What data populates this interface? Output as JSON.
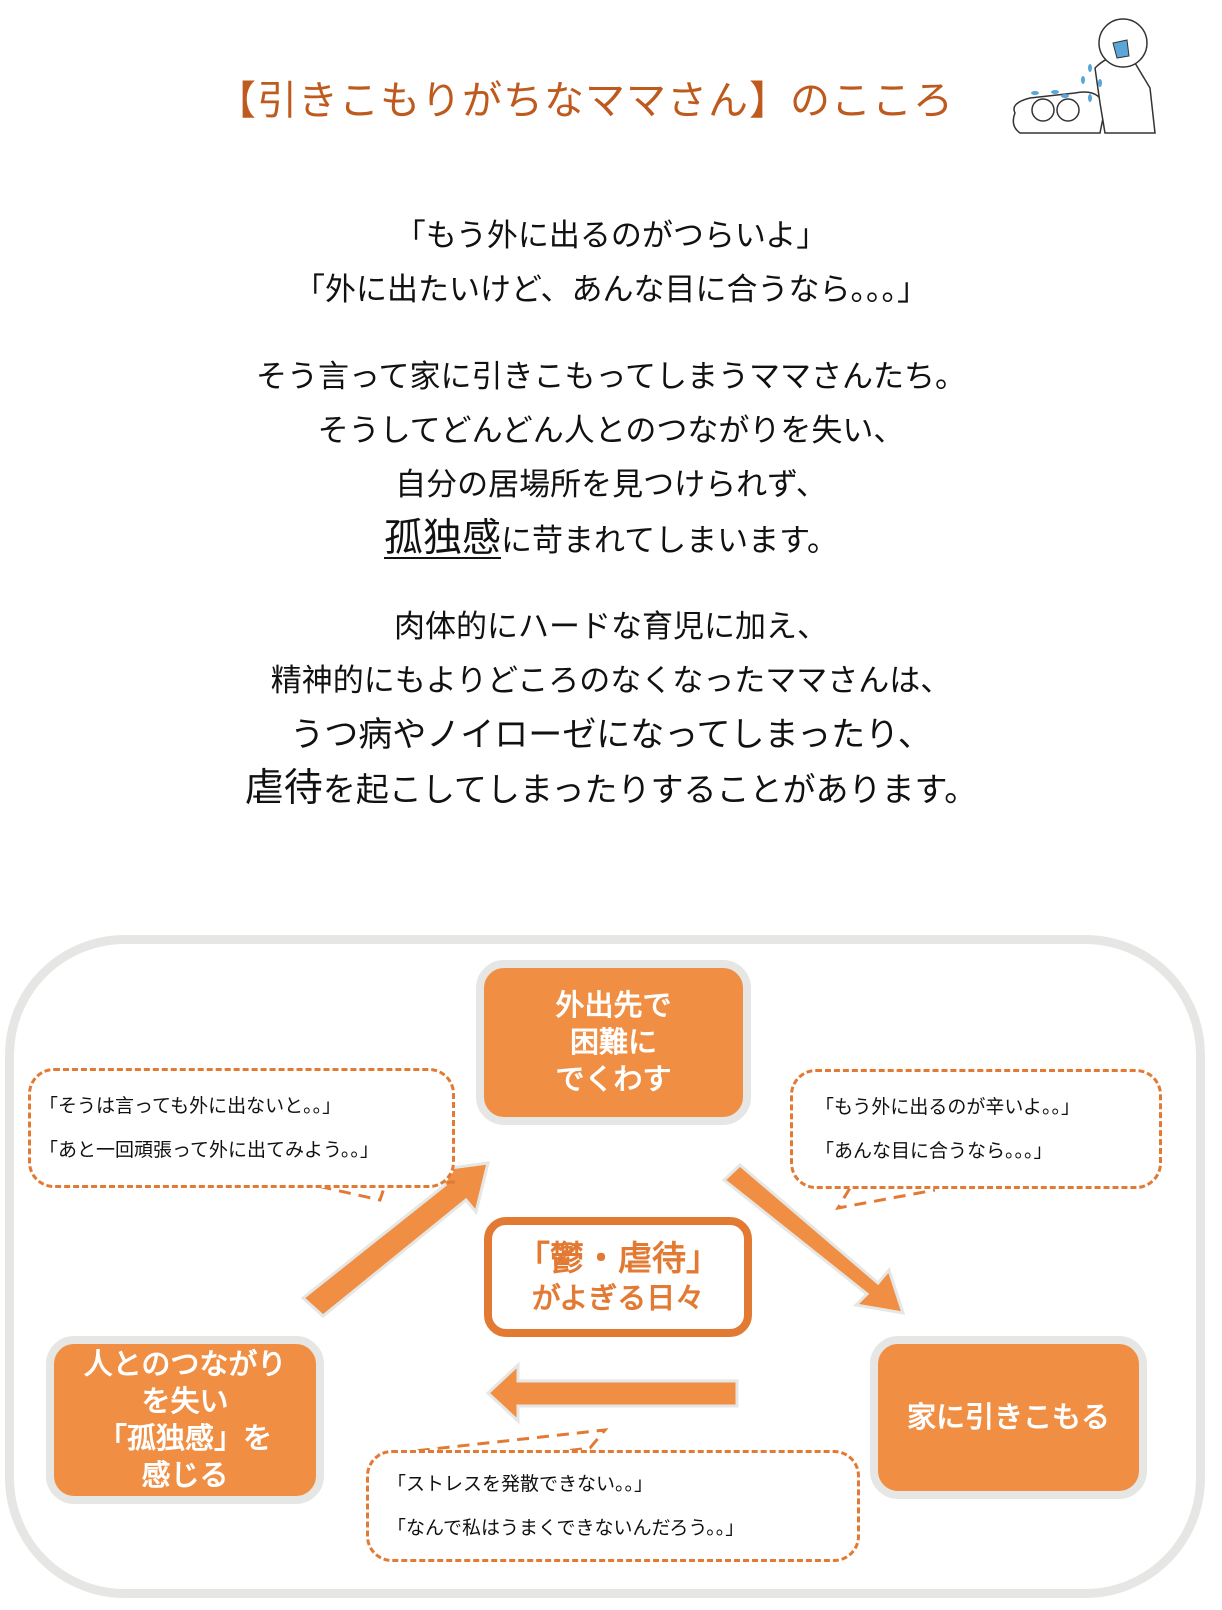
{
  "header": {
    "title": "【引きこもりがちなママさん】のこころ",
    "illustration": "crying-mother-with-twin-babies-illustration"
  },
  "quotes": {
    "line1": "「もう外に出るのがつらいよ」",
    "line2": "「外に出たいけど、あんな目に合うなら。。。」"
  },
  "paragraph2": {
    "line1": "そう言って家に引きこもってしまうママさんたち。",
    "line2": "そうしてどんどん人とのつながりを失い、",
    "line3": "自分の居場所を見つけられず、",
    "line4_emphasis": "孤独感",
    "line4_rest": "に苛まれてしまいます。"
  },
  "paragraph3": {
    "line1": "肉体的にハードな育児に加え、",
    "line2": "精神的にもよりどころのなくなったママさんは、",
    "line3": "うつ病やノイローゼになってしまったり、",
    "line4_emphasis": "虐待",
    "line4_rest": "を起こしてしまったりすることがあります。"
  },
  "diagram": {
    "nodes": {
      "top": [
        "外出先で",
        "困難に",
        "でくわす"
      ],
      "right": [
        "家に引きこもる"
      ],
      "left": [
        "人とのつながり",
        "を失い",
        "「孤独感」を",
        "感じる"
      ]
    },
    "center": {
      "line1": "「鬱・虐待」",
      "line2": "がよぎる日々"
    },
    "bubbles": {
      "left": [
        "「そうは言っても外に出ないと。。」",
        "「あと一回頑張って外に出てみよう。。」"
      ],
      "right": [
        "「もう外に出るのが辛いよ。。」",
        "「あんな目に合うなら。。。」"
      ],
      "bottom": [
        "「ストレスを発散できない。。」",
        "「なんで私はうまくできないんだろう。。」"
      ]
    },
    "colors": {
      "node_fill": "#f08f44",
      "accent": "#e27a34",
      "title": "#bf5a1e",
      "frame": "#e6e6e4"
    }
  }
}
